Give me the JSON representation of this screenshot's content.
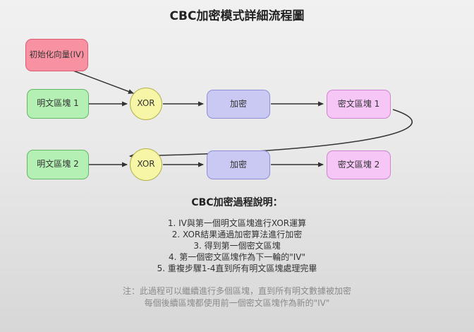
{
  "title": "CBC加密模式詳細流程圖",
  "diagram": {
    "nodes": {
      "iv": {
        "label": "初始化向量(IV)",
        "fill": "#f892a2"
      },
      "plaintext1": {
        "label": "明文區塊 1",
        "fill": "#b4f0b4"
      },
      "xor1": {
        "label": "XOR",
        "fill": "#f6f6a6"
      },
      "encrypt1": {
        "label": "加密",
        "fill": "#c9c9f3"
      },
      "ciphertext1": {
        "label": "密文區塊 1",
        "fill": "#f6c6f6"
      },
      "plaintext2": {
        "label": "明文區塊 2",
        "fill": "#b4f0b4"
      },
      "xor2": {
        "label": "XOR",
        "fill": "#f6f6a6"
      },
      "encrypt2": {
        "label": "加密",
        "fill": "#c9c9f3"
      },
      "ciphertext2": {
        "label": "密文區塊 2",
        "fill": "#f6c6f6"
      }
    },
    "arrow_color": "#333333"
  },
  "explanation": {
    "heading": "CBC加密過程說明：",
    "steps": [
      "1. IV與第一個明文區塊進行XOR運算",
      "2. XOR結果通過加密算法進行加密",
      "3. 得到第一個密文區塊",
      "4. 第一個密文區塊作為下一輪的\"IV\"",
      "5. 重複步驟1-4直到所有明文區塊處理完畢"
    ],
    "note_line1": "注：此過程可以繼續進行多個區塊，直到所有明文數據被加密",
    "note_line2": "每個後續區塊都使用前一個密文區塊作為新的\"IV\""
  }
}
